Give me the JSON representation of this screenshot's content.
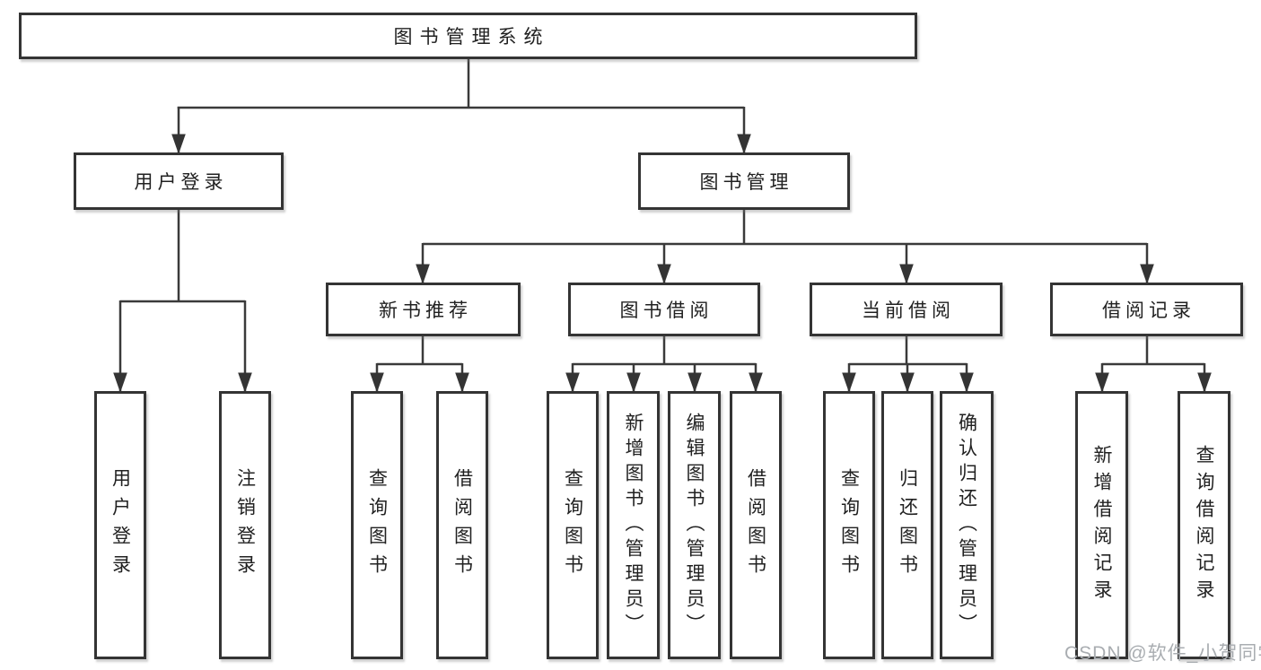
{
  "diagram": {
    "root": {
      "label": "图书管理系统"
    },
    "level2": [
      {
        "label": "用户登录"
      },
      {
        "label": "图书管理"
      }
    ],
    "level3": [
      {
        "label": "新书推荐"
      },
      {
        "label": "图书借阅"
      },
      {
        "label": "当前借阅"
      },
      {
        "label": "借阅记录"
      }
    ],
    "leaves": {
      "user_login": [
        {
          "label": "用户登录"
        },
        {
          "label": "注销登录"
        }
      ],
      "new_book_recommend": [
        {
          "label": "查询图书"
        },
        {
          "label": "借阅图书"
        }
      ],
      "book_borrow": [
        {
          "label": "查询图书"
        },
        {
          "label": "新增图书（管理员）"
        },
        {
          "label": "编辑图书（管理员）"
        },
        {
          "label": "借阅图书"
        }
      ],
      "current_borrow": [
        {
          "label": "查询图书"
        },
        {
          "label": "归还图书"
        },
        {
          "label": "确认归还（管理员）"
        }
      ],
      "borrow_records": [
        {
          "label": "新增借阅记录"
        },
        {
          "label": "查询借阅记录"
        }
      ]
    }
  },
  "watermark": {
    "text": "CSDN @软件_小贺同学"
  },
  "colors": {
    "line": "#3a3a3a",
    "border": "#343434",
    "text": "#212121",
    "watermark": "#a9adb1",
    "background": "#ffffff"
  }
}
